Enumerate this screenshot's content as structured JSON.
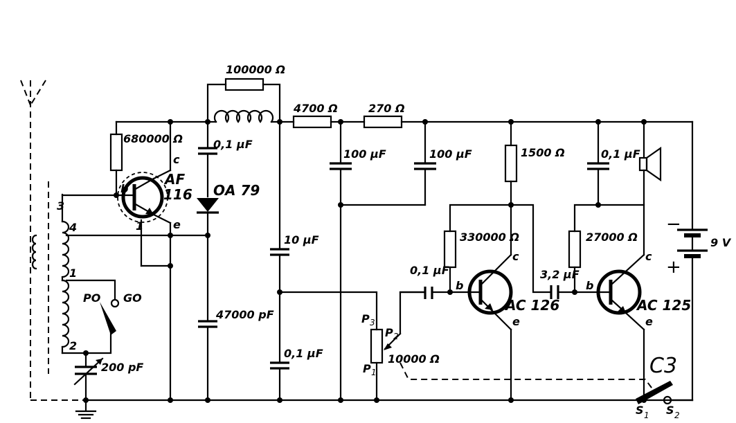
{
  "labels": {
    "r_100000": "100000 Ω",
    "r_680000": "680000 Ω",
    "r_4700": "4700 Ω",
    "r_270": "270 Ω",
    "r_1500": "1500 Ω",
    "r_330000": "330000 Ω",
    "r_27000": "27000 Ω",
    "r_10000": "10000 Ω",
    "c_01_a": "0,1 µF",
    "c_100_a": "100 µF",
    "c_100_b": "100 µF",
    "c_10": "10 µF",
    "c_01_b": "0,1 µF",
    "c_47000": "47000 pF",
    "c_01_c": "0,1 µF",
    "c_32": "3,2 µF",
    "c_01_d": "0,1 µF",
    "c_200": "200 pF",
    "t1_type_a": "AF",
    "t1_type_b": "116",
    "t2_type": "AC 126",
    "t3_type": "AC 125",
    "diode": "OA 79",
    "battery": "9 V",
    "minus": "−",
    "plus": "+",
    "switch_title": "C3",
    "s1": "S",
    "s1_sub": "1",
    "s2": "S",
    "s2_sub": "2",
    "po": "PO",
    "go": "GO",
    "p1": "P",
    "p1_sub": "1",
    "p2": "P",
    "p2_sub": "2",
    "p3": "P",
    "p3_sub": "3",
    "b": "b",
    "c": "c",
    "e": "e",
    "coil_1": "1",
    "coil_2": "2",
    "coil_3": "3",
    "coil_4": "4"
  }
}
